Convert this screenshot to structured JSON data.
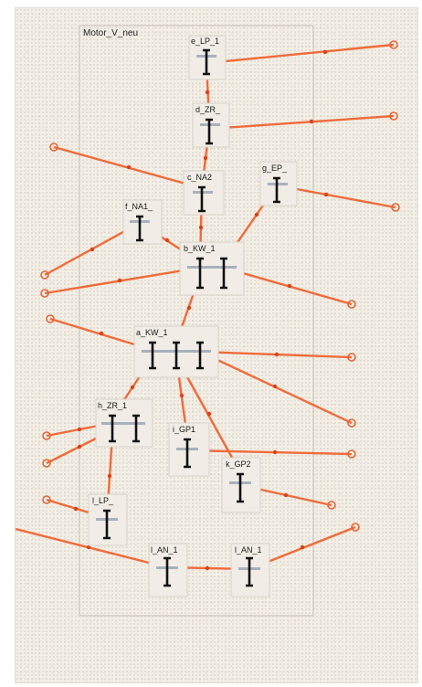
{
  "diagram": {
    "frame_title": "Motor_V_neu",
    "components": [
      {
        "id": "e",
        "label": "e_LP_1",
        "pins": 1
      },
      {
        "id": "d",
        "label": "d_ZR_",
        "pins": 1
      },
      {
        "id": "c",
        "label": "c_NA2",
        "pins": 1
      },
      {
        "id": "g",
        "label": "g_EP_",
        "pins": 1
      },
      {
        "id": "f",
        "label": "f_NA1_",
        "pins": 1
      },
      {
        "id": "b",
        "label": "b_KW_1",
        "pins": 2
      },
      {
        "id": "a",
        "label": "a_KW_1",
        "pins": 3
      },
      {
        "id": "h",
        "label": "h_ZR_1",
        "pins": 2
      },
      {
        "id": "i",
        "label": "i_GP1",
        "pins": 1
      },
      {
        "id": "k",
        "label": "k_GP2",
        "pins": 1
      },
      {
        "id": "l",
        "label": "l_LP_",
        "pins": 1
      },
      {
        "id": "m",
        "label": "l_AN_1",
        "pins": 1
      },
      {
        "id": "n",
        "label": "l_AN_1",
        "pins": 1
      }
    ],
    "colors": {
      "wire": "#ef6b3a",
      "background": "#f4efe6",
      "pin": "#111111"
    }
  }
}
